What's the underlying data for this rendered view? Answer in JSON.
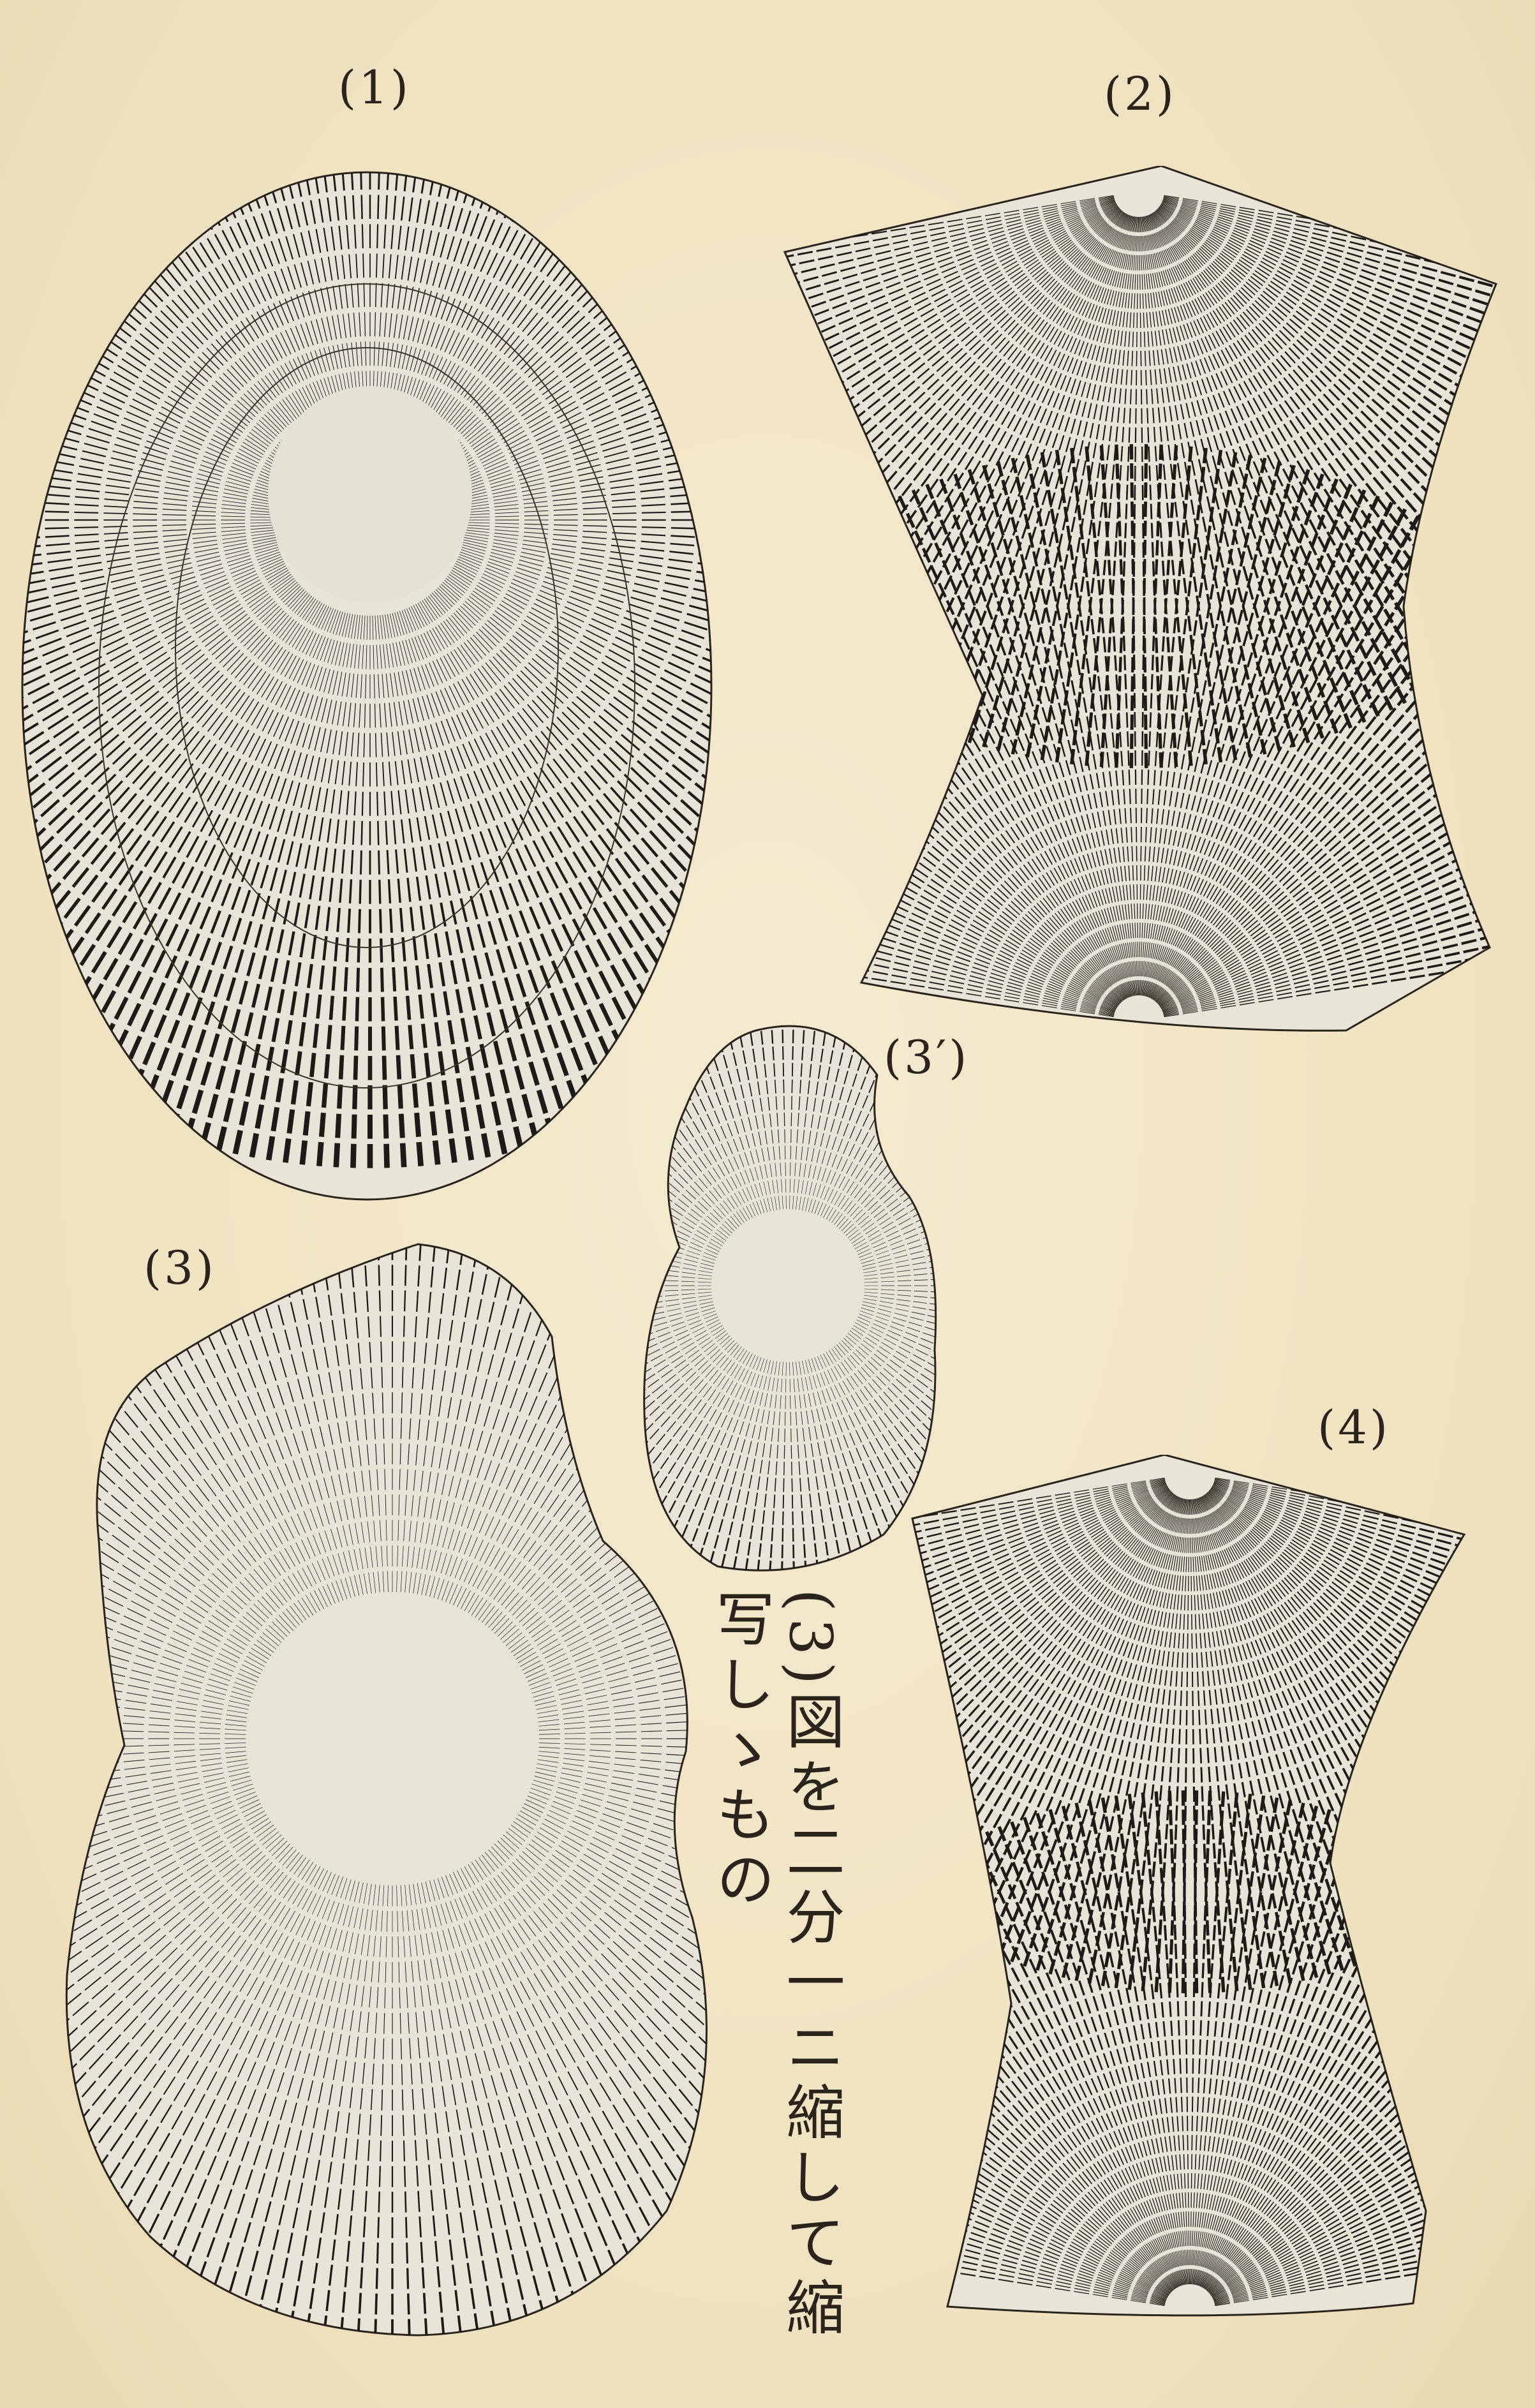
{
  "figures": [
    {
      "id": "fig1",
      "label": "(1)"
    },
    {
      "id": "fig2",
      "label": "(2)"
    },
    {
      "id": "fig3",
      "label": "(3)"
    },
    {
      "id": "fig3p",
      "label": "(3′)"
    },
    {
      "id": "fig4",
      "label": "(4)"
    }
  ],
  "caption": "(3)図を二分一ニ縮して縮写しゝもの",
  "colors": {
    "paper": "#f1e6c6",
    "cutout": "#e9e4d8",
    "ink": "#1d1a17"
  }
}
